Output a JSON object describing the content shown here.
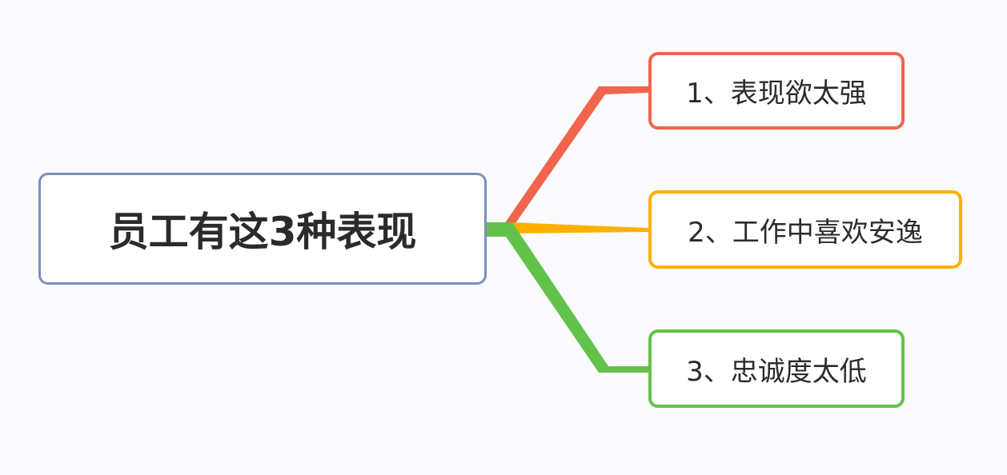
{
  "root": {
    "label": "员工有这3种表现",
    "border_color": "#7b90b8"
  },
  "branches": [
    {
      "label": "1、表现欲太强",
      "color": "#f0654c"
    },
    {
      "label": "2、工作中喜欢安逸",
      "color": "#fdb000"
    },
    {
      "label": "3、忠诚度太低",
      "color": "#63c24a"
    }
  ]
}
